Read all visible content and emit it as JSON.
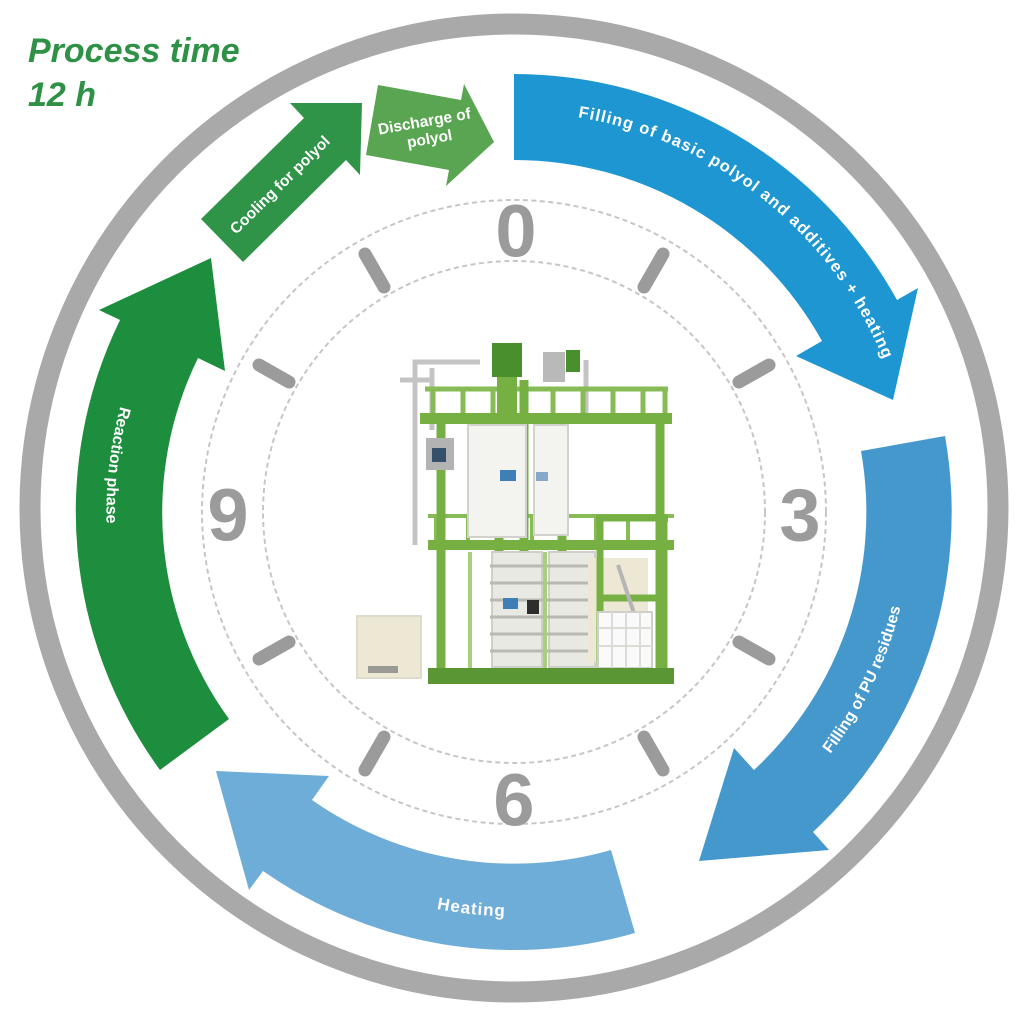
{
  "title": {
    "line1": "Process time",
    "line2": "12 h",
    "color": "#2e9146"
  },
  "clock": {
    "numerals": [
      "0",
      "3",
      "6",
      "9"
    ],
    "tick_color": "#9b9b9b",
    "ring_color": "#a9a9a9"
  },
  "phases": [
    {
      "label": "Filling of basic polyol and additives + heating",
      "color": "#1e96d2"
    },
    {
      "label": "Filling of PU residues",
      "color": "#4498cc"
    },
    {
      "label": "Heating",
      "color": "#6fadd9"
    },
    {
      "label": "Reaction phase",
      "color": "#1d8e3d"
    },
    {
      "label": "Cooling for polyol",
      "color": "#2f9447"
    },
    {
      "label": "Discharge of polyol",
      "lines": [
        "Discharge of",
        "polyol"
      ],
      "color": "#5aa551"
    }
  ],
  "illustration": "green recycling plant"
}
